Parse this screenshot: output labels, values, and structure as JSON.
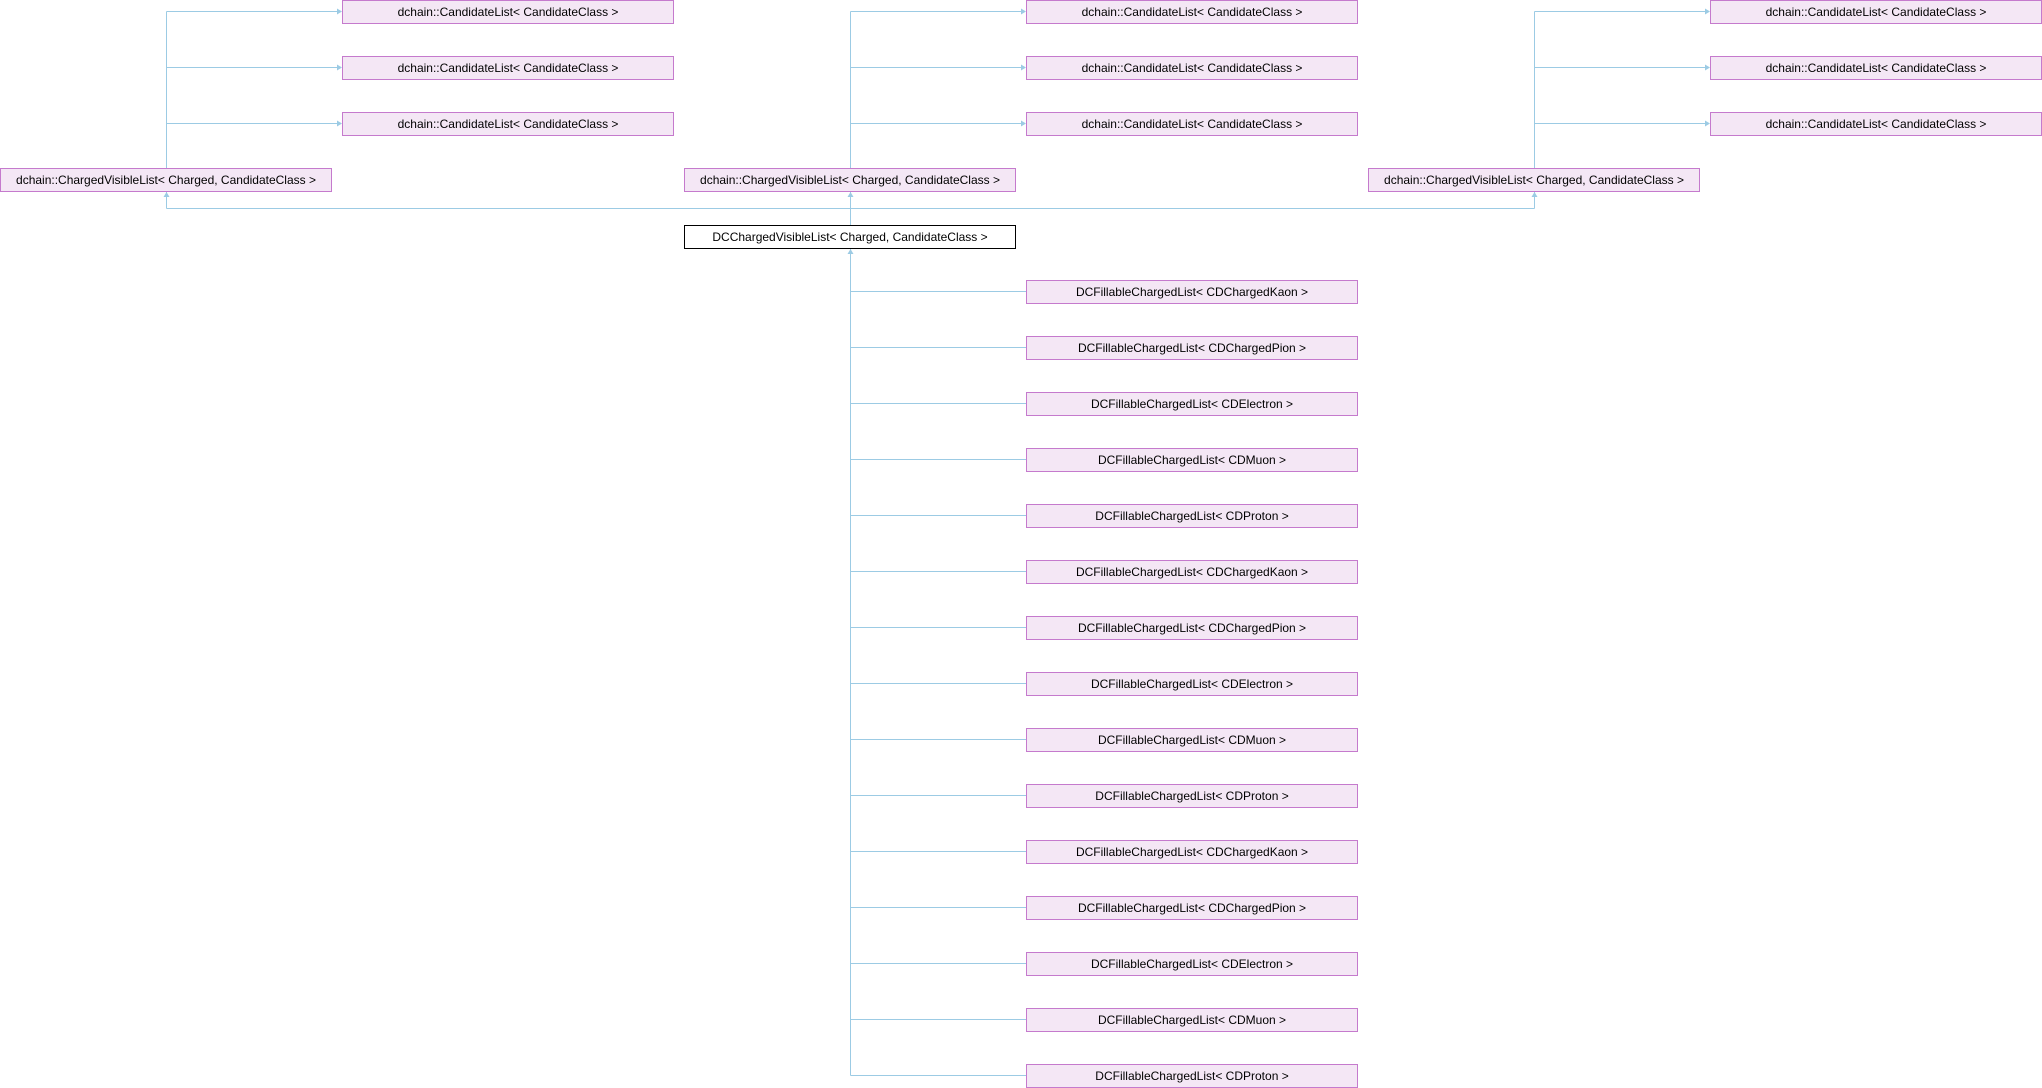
{
  "colors": {
    "edge": "#9ccbe4",
    "node_fill": "#f4e7f5",
    "node_border": "#c57acd",
    "focus_border": "#000000",
    "focus_fill": "#ffffff"
  },
  "focus_node": {
    "label": "DCChargedVisibleList< Charged, CandidateClass >"
  },
  "parent_groups": [
    {
      "parent": {
        "label": "dchain::ChargedVisibleList< Charged, CandidateClass >"
      },
      "bases": [
        {
          "label": "dchain::CandidateList< CandidateClass >"
        },
        {
          "label": "dchain::CandidateList< CandidateClass >"
        },
        {
          "label": "dchain::CandidateList< CandidateClass >"
        }
      ]
    },
    {
      "parent": {
        "label": "dchain::ChargedVisibleList< Charged, CandidateClass >"
      },
      "bases": [
        {
          "label": "dchain::CandidateList< CandidateClass >"
        },
        {
          "label": "dchain::CandidateList< CandidateClass >"
        },
        {
          "label": "dchain::CandidateList< CandidateClass >"
        }
      ]
    },
    {
      "parent": {
        "label": "dchain::ChargedVisibleList< Charged, CandidateClass >"
      },
      "bases": [
        {
          "label": "dchain::CandidateList< CandidateClass >"
        },
        {
          "label": "dchain::CandidateList< CandidateClass >"
        },
        {
          "label": "dchain::CandidateList< CandidateClass >"
        }
      ]
    }
  ],
  "derived": [
    {
      "label": "DCFillableChargedList< CDChargedKaon >"
    },
    {
      "label": "DCFillableChargedList< CDChargedPion >"
    },
    {
      "label": "DCFillableChargedList< CDElectron >"
    },
    {
      "label": "DCFillableChargedList< CDMuon >"
    },
    {
      "label": "DCFillableChargedList< CDProton >"
    },
    {
      "label": "DCFillableChargedList< CDChargedKaon >"
    },
    {
      "label": "DCFillableChargedList< CDChargedPion >"
    },
    {
      "label": "DCFillableChargedList< CDElectron >"
    },
    {
      "label": "DCFillableChargedList< CDMuon >"
    },
    {
      "label": "DCFillableChargedList< CDProton >"
    },
    {
      "label": "DCFillableChargedList< CDChargedKaon >"
    },
    {
      "label": "DCFillableChargedList< CDChargedPion >"
    },
    {
      "label": "DCFillableChargedList< CDElectron >"
    },
    {
      "label": "DCFillableChargedList< CDMuon >"
    },
    {
      "label": "DCFillableChargedList< CDProton >"
    }
  ]
}
